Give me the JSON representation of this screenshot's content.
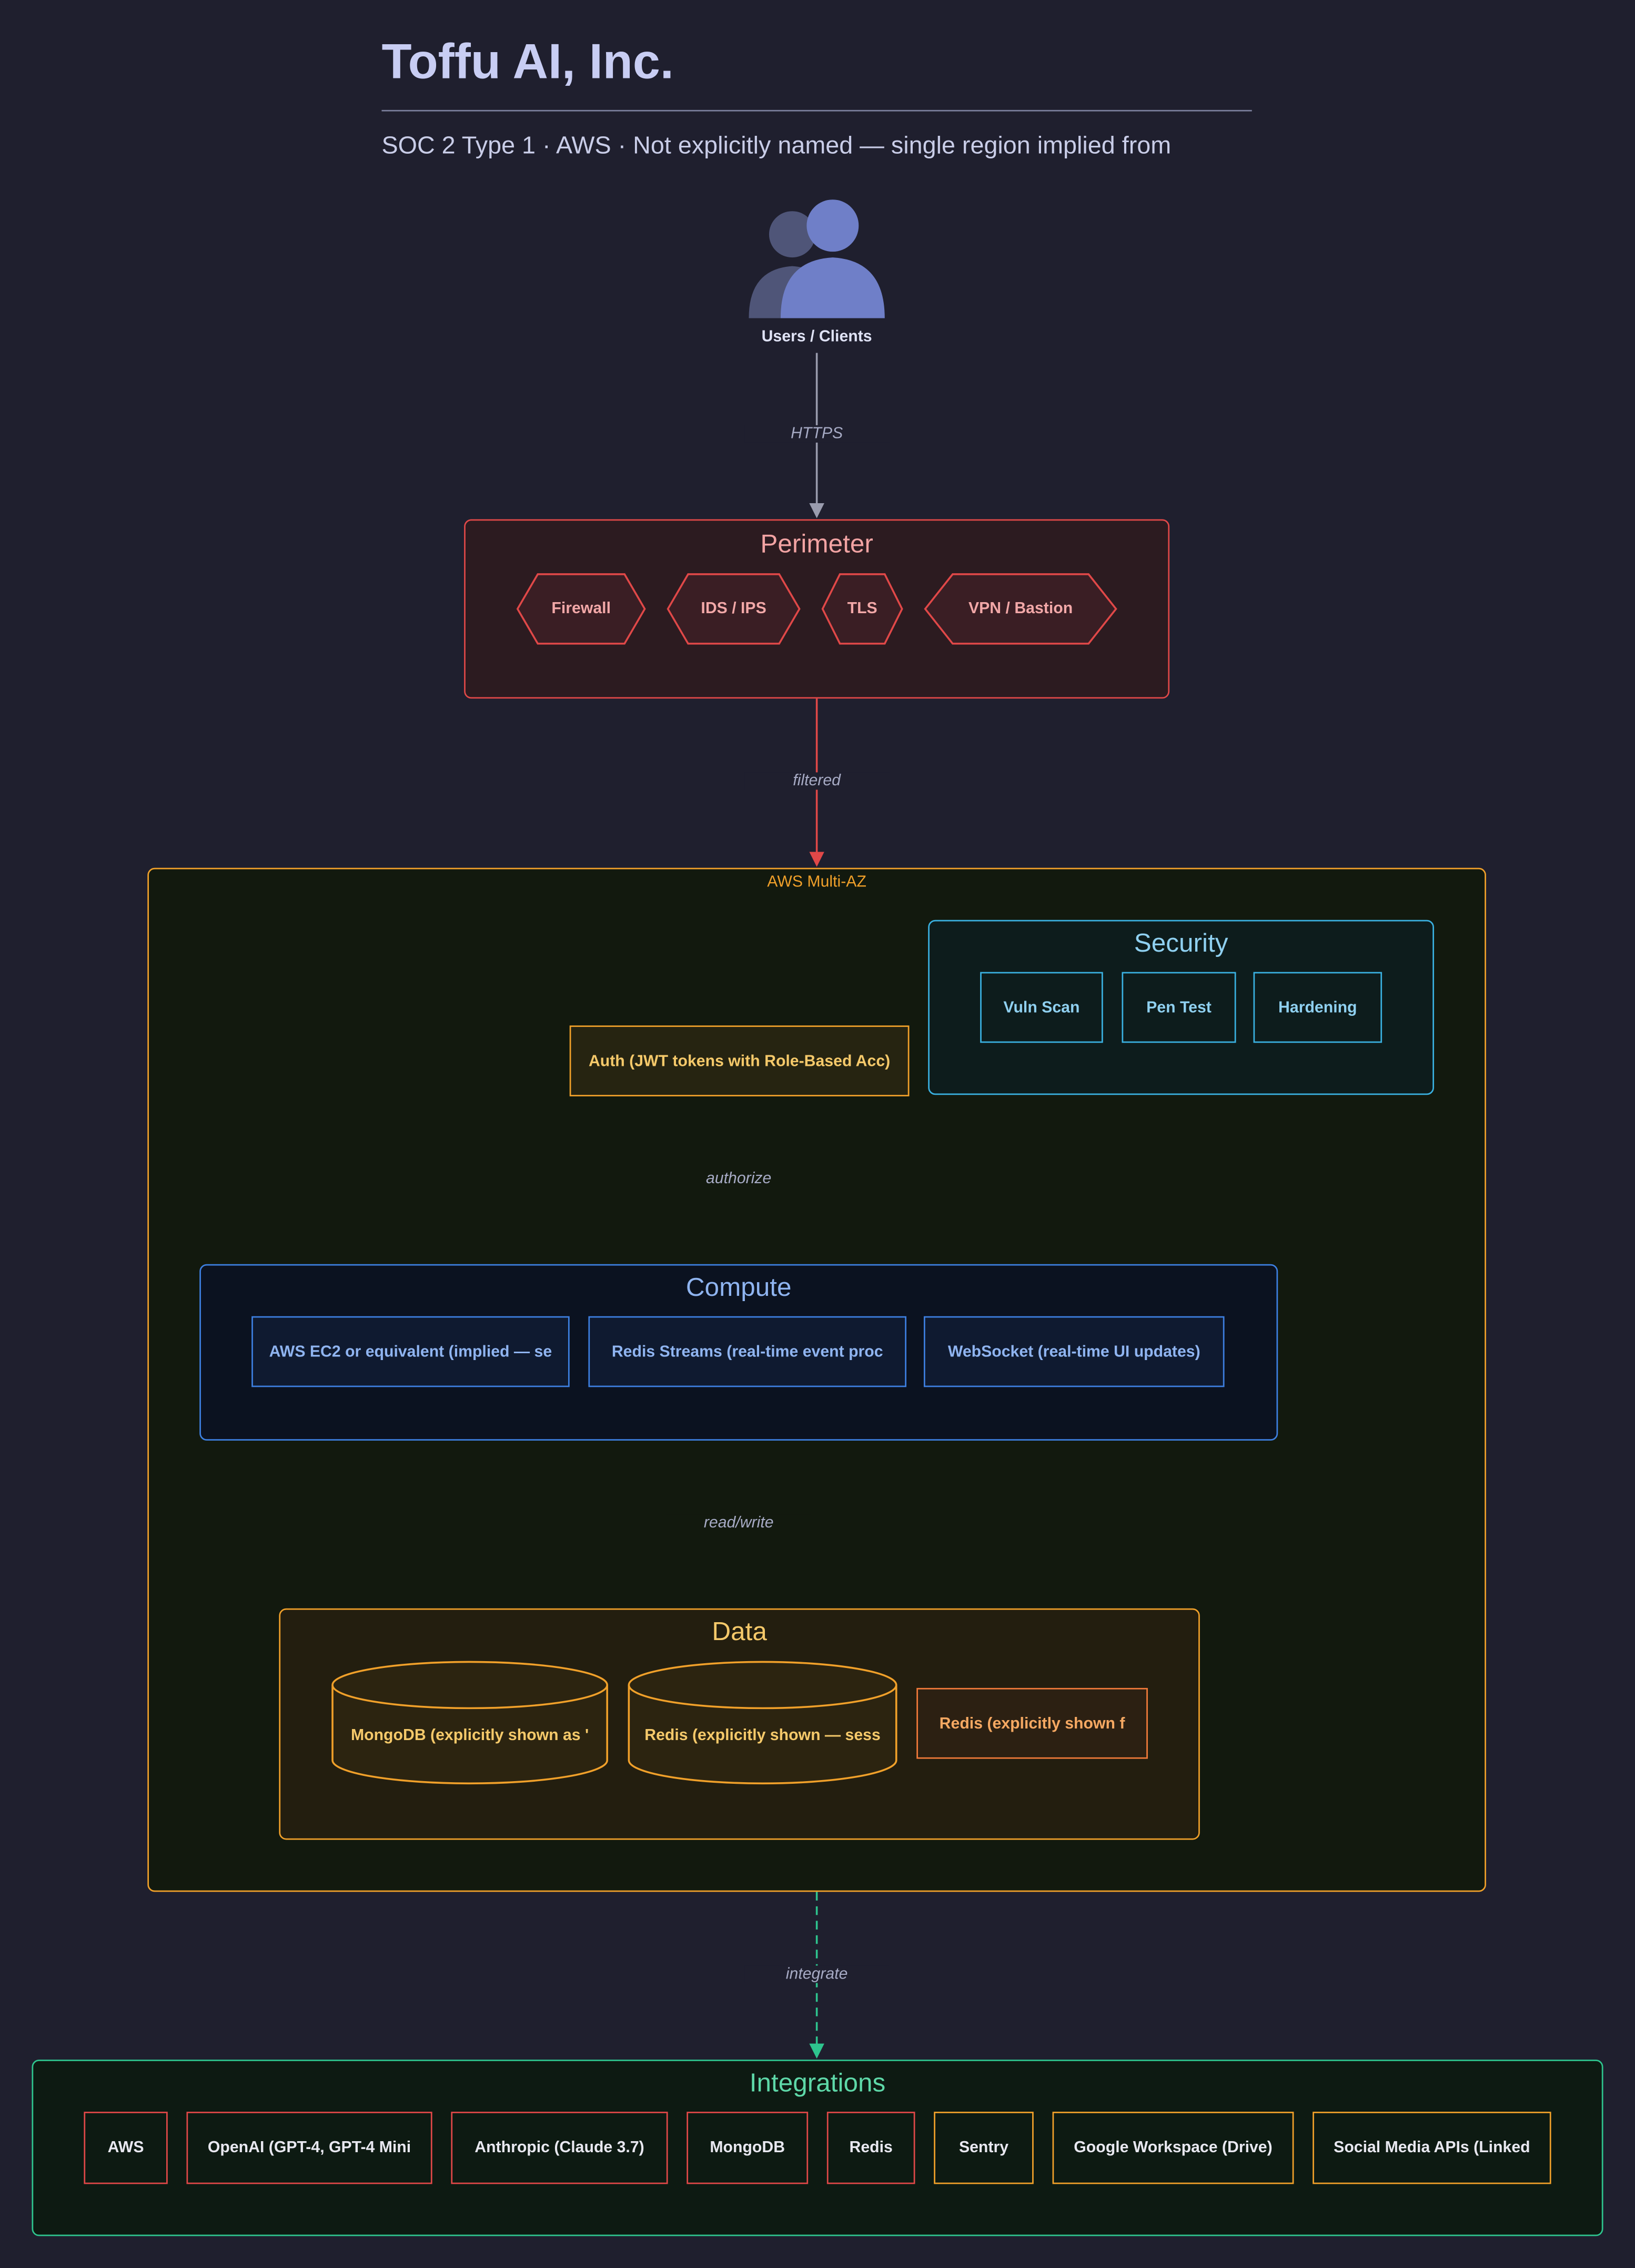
{
  "header": {
    "title": "Toffu AI, Inc.",
    "subtitle": "SOC 2 Type 1 · AWS · Not explicitly named — single region implied from"
  },
  "users": {
    "label": "Users / Clients",
    "icon": "users-icon"
  },
  "edges": {
    "https": "HTTPS",
    "filtered": "filtered",
    "authorize": "authorize",
    "read_write": "read/write",
    "integrate": "integrate"
  },
  "perimeter": {
    "title": "Perimeter",
    "items": [
      "Firewall",
      "IDS / IPS",
      "TLS",
      "VPN / Bastion"
    ]
  },
  "aws": {
    "label": "AWS Multi-AZ",
    "auth": "Auth (JWT tokens with Role-Based Acc)"
  },
  "security": {
    "title": "Security",
    "items": [
      "Vuln Scan",
      "Pen Test",
      "Hardening"
    ]
  },
  "compute": {
    "title": "Compute",
    "items": [
      "AWS EC2 or equivalent (implied — se",
      "Redis Streams (real-time event proc",
      "WebSocket (real-time UI updates)"
    ]
  },
  "data_group": {
    "title": "Data",
    "items": [
      "MongoDB (explicitly shown as '",
      "Redis (explicitly shown — sess",
      "Redis (explicitly shown f"
    ]
  },
  "integrations": {
    "title": "Integrations",
    "items": [
      "AWS",
      "OpenAI (GPT-4, GPT-4 Mini",
      "Anthropic (Claude 3.7)",
      "MongoDB",
      "Redis",
      "Sentry",
      "Google Workspace (Drive)",
      "Social Media APIs (Linked"
    ]
  },
  "colors": {
    "background": "#1f1f2e",
    "perimeter": "#e04848",
    "aws": "#f0a02a",
    "security": "#3ab0e0",
    "compute": "#3d7fe0",
    "data": "#f0a02a",
    "integrations": "#2ec48e"
  }
}
